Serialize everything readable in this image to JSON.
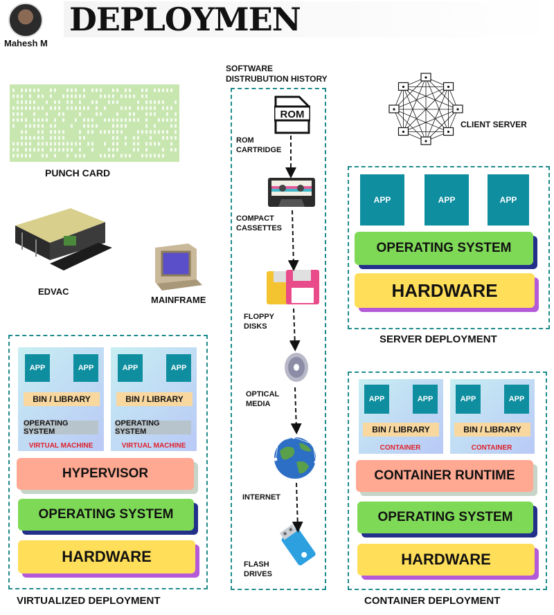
{
  "header": {
    "author": "Mahesh M",
    "title": "DEPLOYMEN"
  },
  "history": {
    "title_line1": "SOFTWARE",
    "title_line2": "DISTRUBUTION HISTORY",
    "rom_icon_text": "ROM",
    "steps": [
      {
        "label_line1": "ROM",
        "label_line2": "CARTRIDGE"
      },
      {
        "label_line1": "COMPACT",
        "label_line2": "CASSETTES"
      },
      {
        "label_line1": "FLOPPY",
        "label_line2": "DISKS"
      },
      {
        "label_line1": "OPTICAL",
        "label_line2": "MEDIA"
      },
      {
        "label_line1": "INTERNET",
        "label_line2": ""
      },
      {
        "label_line1": "FLASH",
        "label_line2": "DRIVES"
      }
    ]
  },
  "early": {
    "punch_card": "PUNCH CARD",
    "edvac": "EDVAC",
    "mainframe": "MAINFRAME",
    "client_server": "CLIENT SERVER"
  },
  "server_deployment": {
    "apps": [
      "APP",
      "APP",
      "APP"
    ],
    "os": "OPERATING SYSTEM",
    "hardware": "HARDWARE",
    "caption": "SERVER DEPLOYMENT"
  },
  "virtualized_deployment": {
    "vms": [
      {
        "apps": [
          "APP",
          "APP"
        ],
        "bin": "BIN / LIBRARY",
        "os": "OPERATING SYSTEM",
        "label": "VIRTUAL MACHINE"
      },
      {
        "apps": [
          "APP",
          "APP"
        ],
        "bin": "BIN / LIBRARY",
        "os": "OPERATING SYSTEM",
        "label": "VIRTUAL MACHINE"
      }
    ],
    "hypervisor": "HYPERVISOR",
    "os": "OPERATING SYSTEM",
    "hardware": "HARDWARE",
    "caption": "VIRTUALIZED DEPLOYMENT"
  },
  "container_deployment": {
    "containers": [
      {
        "apps": [
          "APP",
          "APP"
        ],
        "bin": "BIN / LIBRARY",
        "label": "CONTAINER"
      },
      {
        "apps": [
          "APP",
          "APP"
        ],
        "bin": "BIN / LIBRARY",
        "label": "CONTAINER"
      }
    ],
    "runtime": "CONTAINER RUNTIME",
    "os": "OPERATING SYSTEM",
    "hardware": "HARDWARE",
    "caption": "CONTAINER DEPLOYMENT"
  },
  "colors": {
    "teal_app": "#0f8ea0",
    "os_green": "#7ed957",
    "hardware_yellow": "#ffde59",
    "hypervisor_salmon": "#ffa892",
    "runtime_salmon": "#ffa892",
    "dashed_border": "#1f8a8a",
    "vm_label_red": "#e0202a"
  }
}
